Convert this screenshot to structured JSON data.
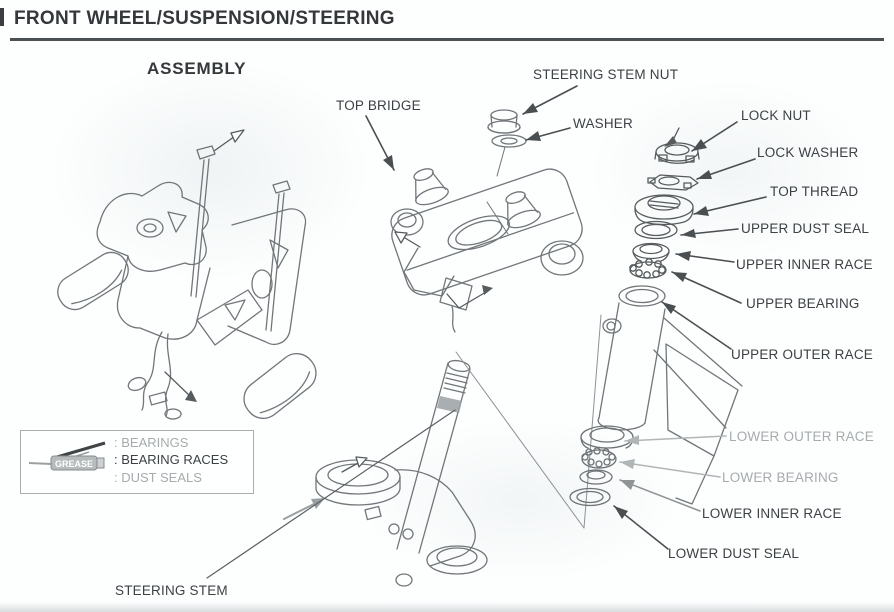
{
  "header": {
    "title": "FRONT WHEEL/SUSPENSION/STEERING"
  },
  "figure": {
    "title": "ASSEMBLY",
    "labels": [
      {
        "text": "STEERING STEM NUT",
        "tone": "dark"
      },
      {
        "text": "TOP BRIDGE",
        "tone": "dark"
      },
      {
        "text": "WASHER",
        "tone": "dark"
      },
      {
        "text": "LOCK NUT",
        "tone": "dark"
      },
      {
        "text": "LOCK WASHER",
        "tone": "dark"
      },
      {
        "text": "TOP THREAD",
        "tone": "dark"
      },
      {
        "text": "UPPER DUST SEAL",
        "tone": "dark"
      },
      {
        "text": "UPPER INNER RACE",
        "tone": "dark"
      },
      {
        "text": "UPPER BEARING",
        "tone": "dark"
      },
      {
        "text": "UPPER OUTER RACE",
        "tone": "dark"
      },
      {
        "text": "LOWER OUTER RACE",
        "tone": "gray"
      },
      {
        "text": "LOWER BEARING",
        "tone": "gray"
      },
      {
        "text": "LOWER INNER RACE",
        "tone": "dark"
      },
      {
        "text": "LOWER DUST SEAL",
        "tone": "dark"
      },
      {
        "text": "STEERING STEM",
        "tone": "dark"
      }
    ],
    "legend": {
      "grease_label": "GREASE",
      "items": [
        {
          "text": ": BEARINGS",
          "tone": "gray"
        },
        {
          "text": ": BEARING RACES",
          "tone": "dark"
        },
        {
          "text": ": DUST SEALS",
          "tone": "gray"
        }
      ]
    }
  },
  "colors": {
    "label_dark": "#3c4145",
    "label_gray": "#a6abad",
    "line_art": "#70767a",
    "arrow_dark": "#4a4f52",
    "arrow_gray": "#b0b5b6",
    "header_rule": "#4b5053"
  }
}
